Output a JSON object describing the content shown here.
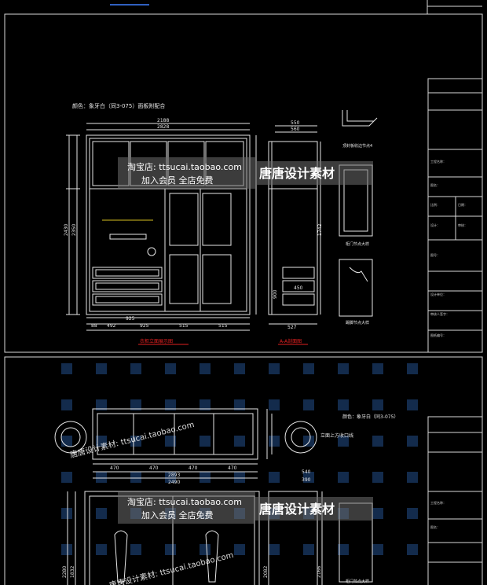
{
  "colors": {
    "background": "#000000",
    "frame": "#d8d8d8",
    "line": "#e6e6e6",
    "red_label": "#e02020",
    "cyan_dim": "#2ad0d0",
    "yellow_dim": "#d8c020",
    "watermark_text": "#ffffff",
    "watermark_bar": "#6e6e6e",
    "logo_blue": "#2a5fa8"
  },
  "sheet1": {
    "title_note": "颜色：象牙白（同3-075）面板附配合",
    "overall_width": "2188",
    "overall_width_inner": "2828",
    "height_total": "2430",
    "height_inner": "2350",
    "height_right": "1742",
    "width_dims": [
      "88",
      "492",
      "925",
      "515",
      "515"
    ],
    "bottom_total": "925",
    "side_dims": [
      "550",
      "560",
      "900",
      "450",
      "527"
    ],
    "detail_label_top": "顶封板收边节点4",
    "detail_label_mid": "柜门节点大样",
    "detail_label_bottom": "踢脚节点大样",
    "label_front": "衣柜立面展示图",
    "label_side": "A-A剖面图"
  },
  "sheet2": {
    "title_note": "颜色：象牙白（同3-075）",
    "dims_top": [
      "470",
      "470",
      "470",
      "470"
    ],
    "dims_mid": [
      "2893",
      "2490"
    ],
    "side_note": "立面上方收口线",
    "dims_side": [
      "540",
      "390"
    ],
    "dims_height": [
      "2280",
      "1832",
      "2082",
      "2166"
    ],
    "detail_label": "柜门节点大样"
  },
  "watermarks": [
    {
      "line1": "淘宝店: ttsucai.taobao.com",
      "line2": "加入会员 全店免费",
      "brand": "唐唐设计素材"
    },
    {
      "line1": "淘宝店: ttsucai.taobao.com",
      "line2": "加入会员 全店免费",
      "brand": "唐唐设计素材"
    }
  ],
  "diag_watermark": "唐唐设计素材: ttsucai.taobao.com",
  "diag_watermark_bottom": "唐唐设计素材: ttsucai.taobao.com",
  "title_block": {
    "rows": [
      "工程名称：",
      "图名：",
      "比例：",
      "日期：",
      "设计：",
      "审核：",
      "图号：",
      "设计单位：",
      "审核人签字：",
      "图纸编号："
    ]
  }
}
